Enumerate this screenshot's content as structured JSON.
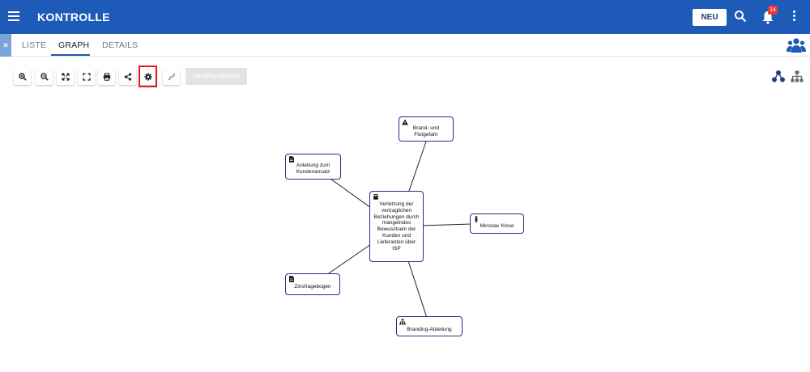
{
  "header": {
    "title": "KONTROLLE",
    "new_label": "NEU",
    "notification_count": "14"
  },
  "tabs": [
    {
      "label": "LISTE"
    },
    {
      "label": "GRAPH"
    },
    {
      "label": "DETAILS"
    }
  ],
  "toolbar": {
    "publish_label": "Veröffentlichen",
    "buttons": [
      "zoom-in-icon",
      "zoom-out-icon",
      "fit-icon",
      "fullscreen-icon",
      "print-icon",
      "share-icon",
      "settings-icon",
      "unlink-icon"
    ]
  },
  "graph": {
    "center": {
      "label": "Verletzung der vertraglichen Beziehungen durch mangelndes Bewusstsein der Kunden und Lieferanten über ISP",
      "icon": "lock-icon"
    },
    "nodes": [
      {
        "label": "Brand- und Flutgefahr",
        "icon": "warning-icon"
      },
      {
        "label": "Anleitung zum Kundenansatz",
        "icon": "document-icon"
      },
      {
        "label": "Miroslav Klose",
        "icon": "person-icon"
      },
      {
        "label": "Zinsfragebogen",
        "icon": "document-icon"
      },
      {
        "label": "Branding-Abteilung",
        "icon": "org-icon"
      }
    ]
  },
  "colors": {
    "header_bg": "#1e5bb8",
    "node_border": "#2c2b8c",
    "highlight": "#e01b1b",
    "badge": "#e53935"
  }
}
